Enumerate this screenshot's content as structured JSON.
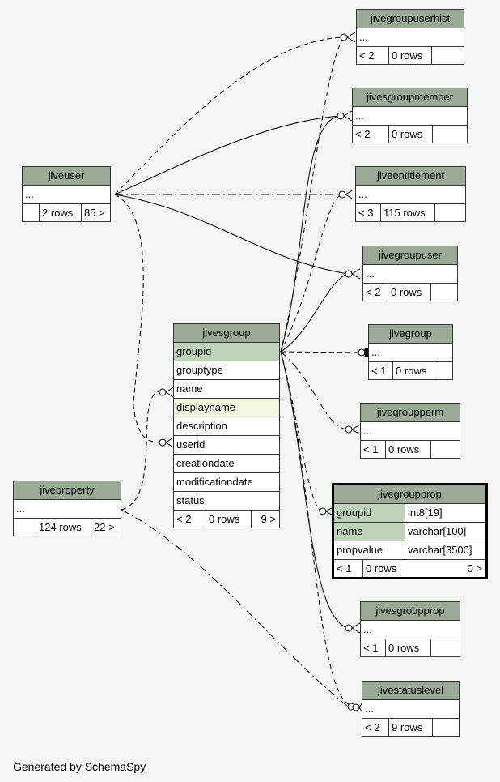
{
  "generated_by": "Generated by SchemaSpy",
  "tables": {
    "jivegroupuserhist": {
      "name": "jivegroupuserhist",
      "row": "...",
      "parents": "< 2",
      "rows": "0 rows",
      "children": ""
    },
    "jivesgroupmember": {
      "name": "jivesgroupmember",
      "row": "...",
      "parents": "< 2",
      "rows": "0 rows",
      "children": ""
    },
    "jiveentitlement": {
      "name": "jiveentitlement",
      "row": "...",
      "parents": "< 3",
      "rows": "115 rows",
      "children": ""
    },
    "jivegroupuser": {
      "name": "jivegroupuser",
      "row": "...",
      "parents": "< 2",
      "rows": "0 rows",
      "children": ""
    },
    "jivegroup": {
      "name": "jivegroup",
      "row": "...",
      "parents": "< 1",
      "rows": "0 rows",
      "children": ""
    },
    "jivegroupperm": {
      "name": "jivegroupperm",
      "row": "...",
      "parents": "< 1",
      "rows": "0 rows",
      "children": ""
    },
    "jivesgroupprop": {
      "name": "jivesgroupprop",
      "row": "...",
      "parents": "< 1",
      "rows": "0 rows",
      "children": ""
    },
    "jivestatuslevel": {
      "name": "jivestatuslevel",
      "row": "...",
      "parents": "< 2",
      "rows": "9 rows",
      "children": ""
    },
    "jiveuser": {
      "name": "jiveuser",
      "row": "...",
      "parents": "",
      "rows": "2 rows",
      "children": "85 >"
    },
    "jiveproperty": {
      "name": "jiveproperty",
      "row": "...",
      "parents": "",
      "rows": "124 rows",
      "children": "22 >"
    },
    "jivesgroup": {
      "name": "jivesgroup",
      "columns": [
        "groupid",
        "grouptype",
        "name",
        "displayname",
        "description",
        "userid",
        "creationdate",
        "modificationdate",
        "status"
      ],
      "parents": "< 2",
      "rows": "0 rows",
      "children": "9 >"
    },
    "jivegroupprop": {
      "name": "jivegroupprop",
      "columns": [
        {
          "name": "groupid",
          "type": "int8[19]"
        },
        {
          "name": "name",
          "type": "varchar[100]"
        },
        {
          "name": "propvalue",
          "type": "varchar[3500]"
        }
      ],
      "parents": "< 1",
      "rows": "0 rows",
      "children": "0 >"
    }
  },
  "colors": {
    "header": "#9baa96",
    "key": "#bfd2ba",
    "indexed": "#f4f7e0",
    "background": "#f6f6f6"
  }
}
